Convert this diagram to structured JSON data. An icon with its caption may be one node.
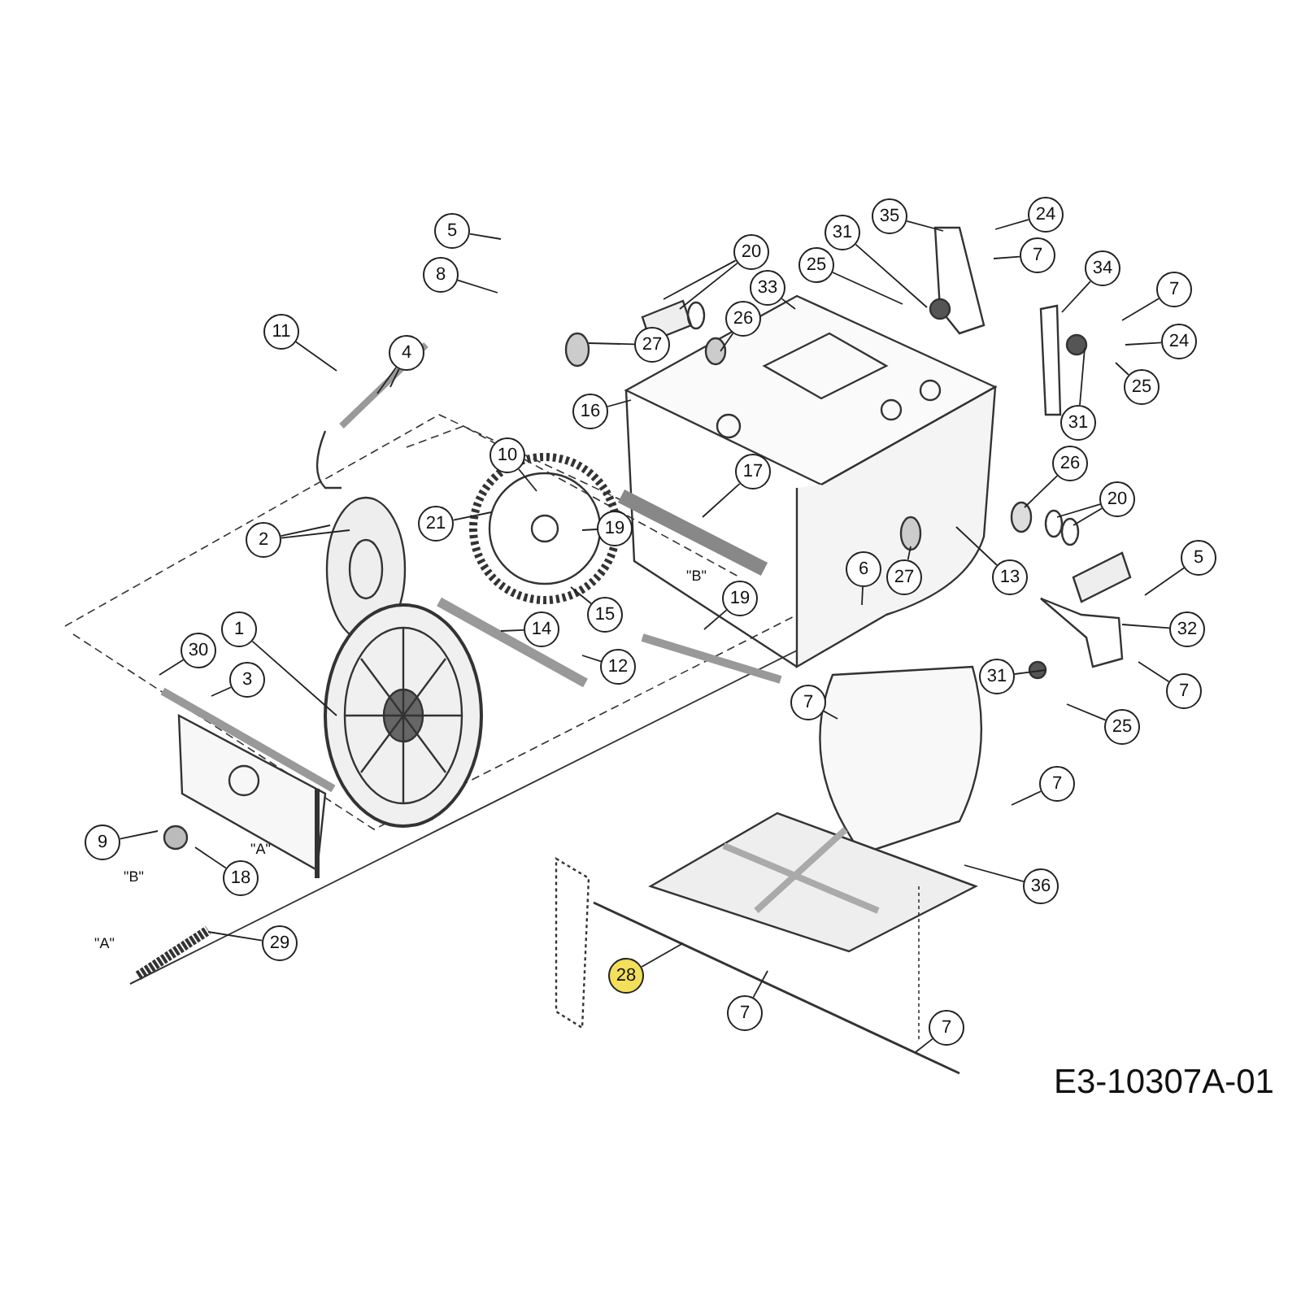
{
  "diagram": {
    "nodes": [
      {
        "text": [
          "5"
        ]
      },
      {
        "text": [
          "24"
        ]
      },
      {
        "text": [
          "35"
        ]
      },
      {
        "text": [
          "20"
        ]
      },
      {
        "text": [
          "31"
        ]
      },
      {
        "text": [
          "7"
        ]
      },
      {
        "text": [
          "8"
        ]
      },
      {
        "text": [
          "34"
        ]
      },
      {
        "text": [
          "25"
        ]
      },
      {
        "text": [
          "33"
        ]
      },
      {
        "text": [
          "26"
        ]
      },
      {
        "text": [
          "7"
        ]
      },
      {
        "text": [
          "27"
        ]
      },
      {
        "text": [
          "24"
        ]
      },
      {
        "text": [
          "11"
        ]
      },
      {
        "text": [
          "4"
        ]
      },
      {
        "text": [
          "25"
        ]
      },
      {
        "text": [
          "31"
        ]
      },
      {
        "text": [
          "16"
        ]
      },
      {
        "text": [
          "10"
        ]
      },
      {
        "text": [
          "17"
        ]
      },
      {
        "text": [
          "26"
        ]
      },
      {
        "text": [
          "20"
        ]
      },
      {
        "text": [
          "2"
        ]
      },
      {
        "text": [
          "21"
        ]
      },
      {
        "text": [
          "19"
        ]
      },
      {
        "text": [
          "5"
        ]
      },
      {
        "text": [
          "13"
        ]
      },
      {
        "text": [
          "6"
        ]
      },
      {
        "text": [
          "27"
        ]
      },
      {
        "text": [
          "15"
        ]
      },
      {
        "text": [
          "14"
        ]
      },
      {
        "text": [
          "19"
        ]
      },
      {
        "text": [
          "1"
        ]
      },
      {
        "text": [
          "30"
        ]
      },
      {
        "text": [
          "32"
        ]
      },
      {
        "text": [
          "3"
        ]
      },
      {
        "text": [
          "12"
        ]
      },
      {
        "text": [
          "31"
        ]
      },
      {
        "text": [
          "7"
        ]
      },
      {
        "text": [
          "7"
        ]
      },
      {
        "text": [
          "25"
        ]
      },
      {
        "text": [
          "7"
        ]
      },
      {
        "text": [
          "36"
        ]
      },
      {
        "text": [
          "9"
        ]
      },
      {
        "text": [
          "18"
        ]
      },
      {
        "text": [
          "29"
        ]
      },
      {
        "text": [
          "28"
        ]
      },
      {
        "text": [
          "7"
        ]
      },
      {
        "text": [
          "7"
        ]
      }
    ],
    "edges": [
      {
        "from": 0,
        "to": null,
        "arrow": "none"
      },
      {
        "from": 1,
        "to": null,
        "arrow": "none"
      },
      {
        "from": 2,
        "to": null,
        "arrow": "none"
      },
      {
        "from": 3,
        "to": null,
        "arrow": "none"
      },
      {
        "from": 3,
        "to": null,
        "arrow": "none"
      },
      {
        "from": 4,
        "to": null,
        "arrow": "none"
      },
      {
        "from": 5,
        "to": null,
        "arrow": "none"
      },
      {
        "from": 6,
        "to": null,
        "arrow": "none"
      },
      {
        "from": 7,
        "to": null,
        "arrow": "none"
      },
      {
        "from": 8,
        "to": null,
        "arrow": "none"
      },
      {
        "from": 9,
        "to": null,
        "arrow": "none"
      },
      {
        "from": 10,
        "to": null,
        "arrow": "none"
      },
      {
        "from": 11,
        "to": null,
        "arrow": "none"
      },
      {
        "from": 12,
        "to": null,
        "arrow": "none"
      },
      {
        "from": 13,
        "to": null,
        "arrow": "none"
      },
      {
        "from": 14,
        "to": null,
        "arrow": "none"
      },
      {
        "from": 15,
        "to": null,
        "arrow": "none"
      },
      {
        "from": 15,
        "to": null,
        "arrow": "none"
      },
      {
        "from": 16,
        "to": null,
        "arrow": "none"
      },
      {
        "from": 17,
        "to": null,
        "arrow": "none"
      },
      {
        "from": 18,
        "to": null,
        "arrow": "none"
      },
      {
        "from": 19,
        "to": null,
        "arrow": "none"
      },
      {
        "from": 20,
        "to": null,
        "arrow": "none"
      },
      {
        "from": 21,
        "to": null,
        "arrow": "none"
      },
      {
        "from": 22,
        "to": null,
        "arrow": "none"
      },
      {
        "from": 22,
        "to": null,
        "arrow": "none"
      },
      {
        "from": 23,
        "to": null,
        "arrow": "none"
      },
      {
        "from": 23,
        "to": null,
        "arrow": "none"
      },
      {
        "from": 24,
        "to": null,
        "arrow": "none"
      },
      {
        "from": 25,
        "to": null,
        "arrow": "none"
      },
      {
        "from": 26,
        "to": null,
        "arrow": "none"
      },
      {
        "from": 27,
        "to": null,
        "arrow": "none"
      },
      {
        "from": 28,
        "to": null,
        "arrow": "none"
      },
      {
        "from": 29,
        "to": null,
        "arrow": "none"
      },
      {
        "from": 30,
        "to": null,
        "arrow": "none"
      },
      {
        "from": 31,
        "to": null,
        "arrow": "none"
      },
      {
        "from": 32,
        "to": null,
        "arrow": "none"
      },
      {
        "from": 33,
        "to": null,
        "arrow": "none"
      },
      {
        "from": 34,
        "to": null,
        "arrow": "none"
      },
      {
        "from": 35,
        "to": null,
        "arrow": "none"
      },
      {
        "from": 36,
        "to": null,
        "arrow": "none"
      },
      {
        "from": 37,
        "to": null,
        "arrow": "none"
      },
      {
        "from": 38,
        "to": null,
        "arrow": "none"
      },
      {
        "from": 39,
        "to": null,
        "arrow": "none"
      },
      {
        "from": 40,
        "to": null,
        "arrow": "none"
      },
      {
        "from": 41,
        "to": null,
        "arrow": "none"
      },
      {
        "from": 42,
        "to": null,
        "arrow": "none"
      },
      {
        "from": 43,
        "to": null,
        "arrow": "none"
      },
      {
        "from": 44,
        "to": null,
        "arrow": "none"
      },
      {
        "from": 45,
        "to": null,
        "arrow": "none"
      },
      {
        "from": 46,
        "to": null,
        "arrow": "none"
      },
      {
        "from": 47,
        "to": null,
        "arrow": "none"
      },
      {
        "from": 48,
        "to": null,
        "arrow": "none"
      },
      {
        "from": 49,
        "to": null,
        "arrow": "none"
      }
    ],
    "labels": [
      "\"B\"",
      "\"A\"",
      "\"B\"",
      "\"A\"",
      "E3-10307A-01"
    ]
  }
}
